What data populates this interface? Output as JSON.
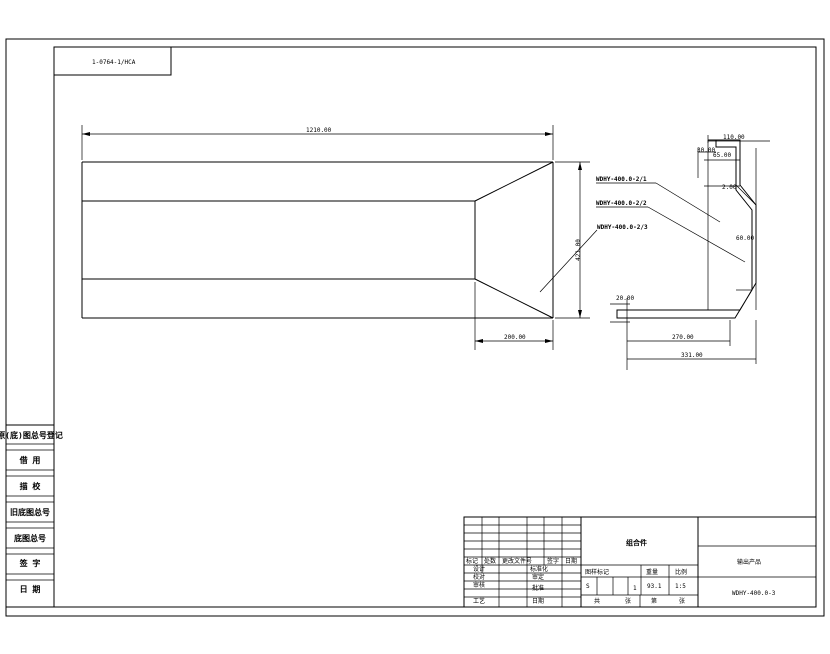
{
  "drawing_code": "1-0764-1/HCA",
  "dimensions": {
    "length": "1210.00",
    "height": "421.00",
    "taper": "200.00",
    "top_width": "110.00",
    "d_30": "30.00",
    "d_65": "65.00",
    "d_2": "2.00",
    "d_60": "60.00",
    "left_20": "20.00",
    "bottom_270": "270.00",
    "bottom_331": "331.00"
  },
  "part_labels": [
    "WDHY-400.0-2/1",
    "WDHY-400.0-2/2",
    "WDHY-400.0-2/3"
  ],
  "side_panel": [
    "原(底)图总号登记",
    "借 用",
    "描 校",
    "旧底图总号",
    "底图总号",
    "签 字",
    "日 期"
  ],
  "title_block": {
    "col_headers": [
      "标记",
      "处数",
      "更改文件号",
      "签字",
      "日期"
    ],
    "roles": [
      "设计",
      "校对",
      "审核",
      "工艺"
    ],
    "roles2": [
      "标准化",
      "审定",
      "批准",
      "日期"
    ],
    "part_name": "组合件",
    "stage_headers": [
      "图样标记",
      "重量",
      "比例"
    ],
    "stage_values": [
      "S",
      "1",
      "93.1",
      "1:5"
    ],
    "sheets": [
      "共",
      "张",
      "第",
      "张"
    ],
    "product_name": "输出产品",
    "drawing_no": "WDHY-400.0-3"
  }
}
